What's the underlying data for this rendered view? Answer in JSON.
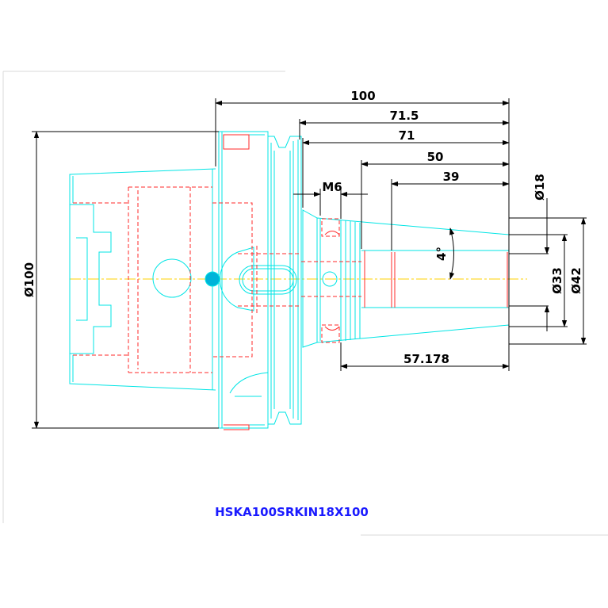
{
  "title": "HSKA100SRKIN18X100",
  "dimensions": {
    "overall_length": "100",
    "length_71_5": "71.5",
    "length_71": "71",
    "length_50": "50",
    "length_39": "39",
    "thread": "M6",
    "bore_diameter": "Ø18",
    "nose_diameter_33": "Ø33",
    "nose_diameter_42": "Ø42",
    "flange_diameter": "Ø100",
    "taper_angle": "4°",
    "nose_length": "57.178"
  },
  "colors": {
    "outline": "#00e5e5",
    "hidden": "#ff2a2a",
    "centerline": "#ffd000",
    "dimension": "#000000",
    "title": "#1a1aff"
  }
}
